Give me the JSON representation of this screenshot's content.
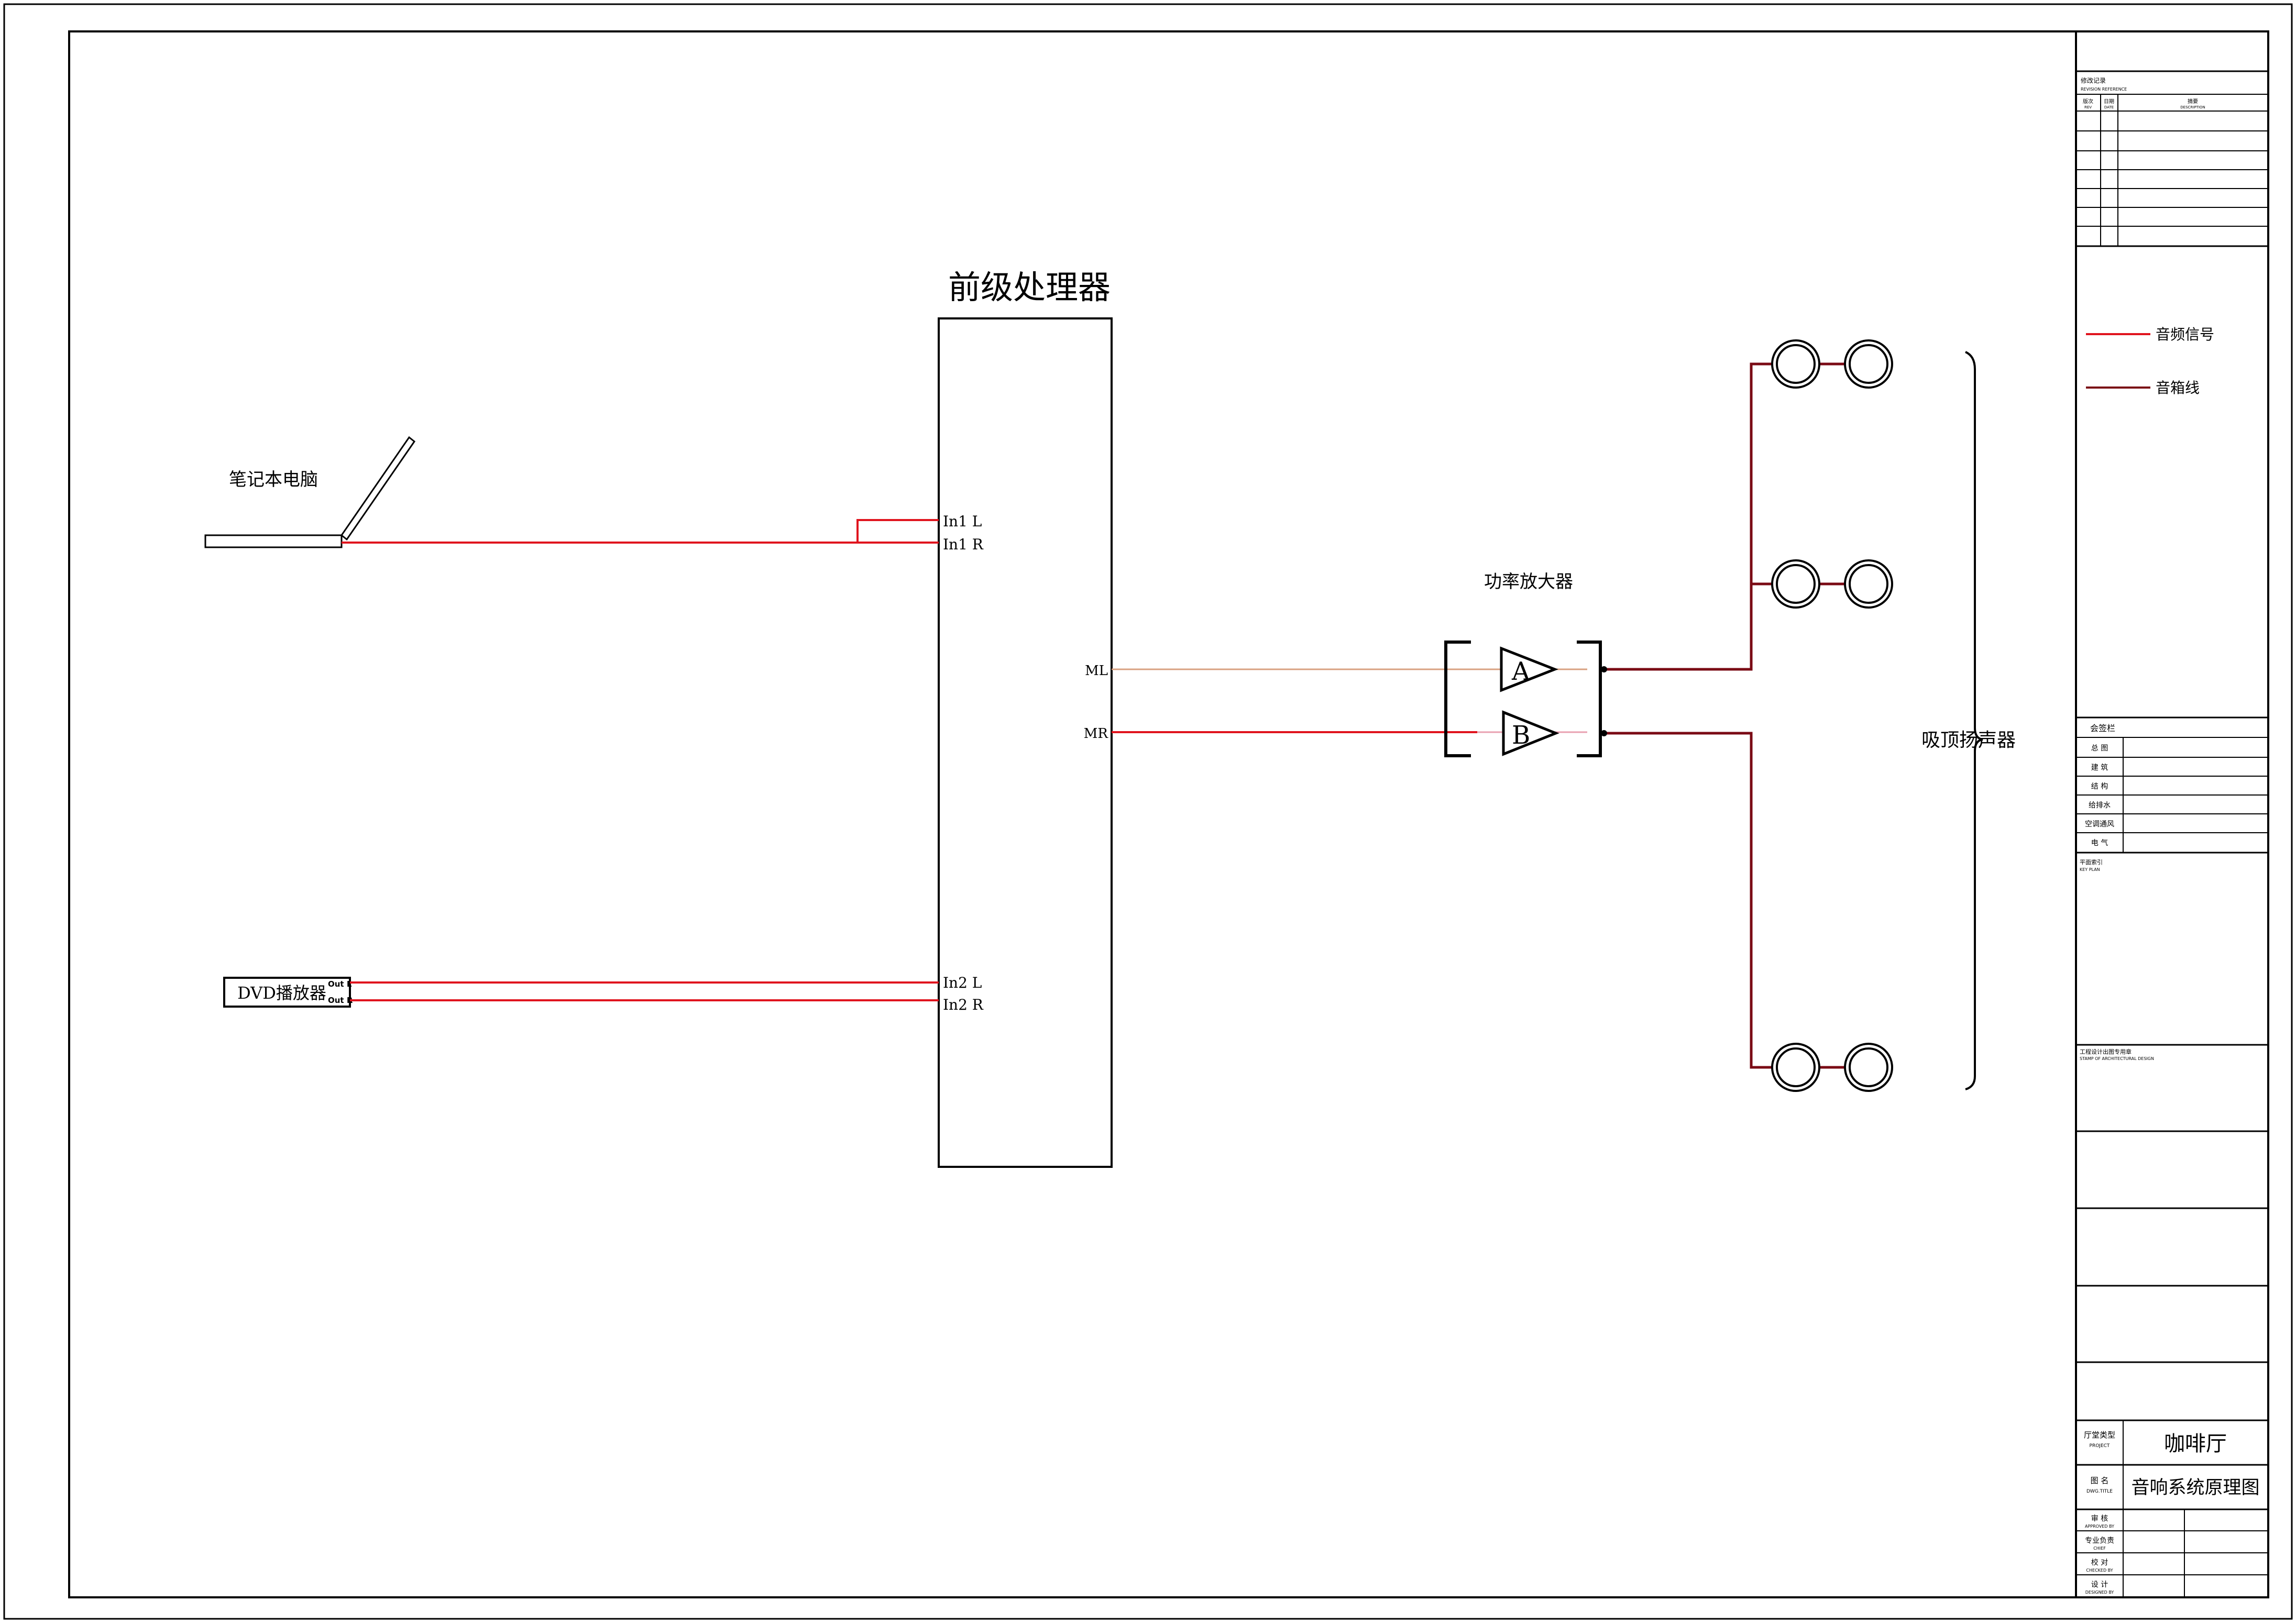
{
  "colors": {
    "audio_signal": "#e0141e",
    "speaker_wire": "#7a0a14",
    "ml_wire": "#d8a080",
    "mr_wire": "#e0141e",
    "channel_letter": "#e010e0",
    "title_red": "#d83030",
    "frame": "#000000"
  },
  "diagram": {
    "processor_title": "前级处理器",
    "laptop_label": "笔记本电脑",
    "dvd_label": "DVD播放器",
    "dvd_out_l": "Out L",
    "dvd_out_r": "Out R",
    "in1_l": "In1 L",
    "in1_r": "In1 R",
    "in2_l": "In2 L",
    "in2_r": "In2 R",
    "ml": "ML",
    "mr": "MR",
    "amp_label": "功率放大器",
    "channel_a": "A",
    "channel_b": "B",
    "speakers_label": "吸顶扬声器"
  },
  "legend": {
    "items": [
      {
        "label": "音频信号"
      },
      {
        "label": "音箱线"
      }
    ]
  },
  "title_block": {
    "revision_header": "修改记录",
    "revision_header_en": "REVISION REFERENCE",
    "rev_col_1": "版次",
    "rev_col_1_en": "REV",
    "rev_col_2": "日期",
    "rev_col_2_en": "DATE",
    "rev_col_3": "摘要",
    "rev_col_3_en": "DESCRIPTION",
    "sign_header": "会签栏",
    "sign_rows": [
      "总 图",
      "建 筑",
      "结 构",
      "给排水",
      "空调通风",
      "电 气"
    ],
    "key_plan": "平面索引",
    "key_plan_en": "KEY PLAN",
    "stamp": "工程设计出图专用章",
    "stamp_en": "STAMP OF ARCHITECTURAL DESIGN",
    "project_label": "厅堂类型",
    "project_label_en": "PROJECT",
    "project_value": "咖啡厅",
    "drawing_label": "图 名",
    "drawing_label_en": "DWG.TITLE",
    "drawing_value": "音响系统原理图",
    "approved": "审 核",
    "approved_en": "APPROVED BY",
    "checked_lead": "专业负责",
    "checked_lead_en": "CHIEF",
    "checked": "校 对",
    "checked_en": "CHECKED BY",
    "designed": "设 计",
    "designed_en": "DESIGNED BY"
  }
}
